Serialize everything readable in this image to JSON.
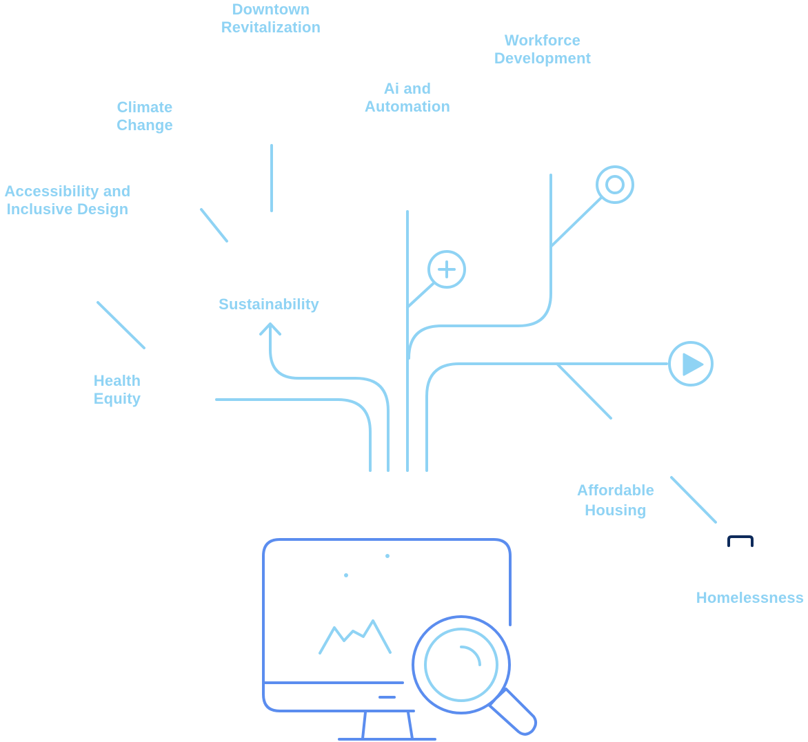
{
  "topics": {
    "downtown": {
      "line1": "Downtown",
      "line2": "Revitalization"
    },
    "workforce": {
      "line1": "Workforce",
      "line2": "Development"
    },
    "ai": {
      "line1": "Ai and",
      "line2": "Automation"
    },
    "climate": {
      "line1": "Climate",
      "line2": "Change"
    },
    "accessibility": {
      "line1": "Accessibility and",
      "line2": "Inclusive Design"
    },
    "sustainability": {
      "line1": "Sustainability"
    },
    "health": {
      "line1": "Health",
      "line2": "Equity"
    },
    "housing": {
      "line1": "Affordable",
      "line2": "Housing"
    },
    "homelessness": {
      "line1": "Homelessness"
    }
  },
  "icons": [
    "plus-circle-icon",
    "target-icon",
    "play-icon",
    "monitor-icon",
    "chart-icon",
    "magnifier-icon"
  ],
  "colors": {
    "light_blue": "#8fd3f4",
    "medium_blue": "#5b8def",
    "dark_navy": "#0d2a5a"
  }
}
